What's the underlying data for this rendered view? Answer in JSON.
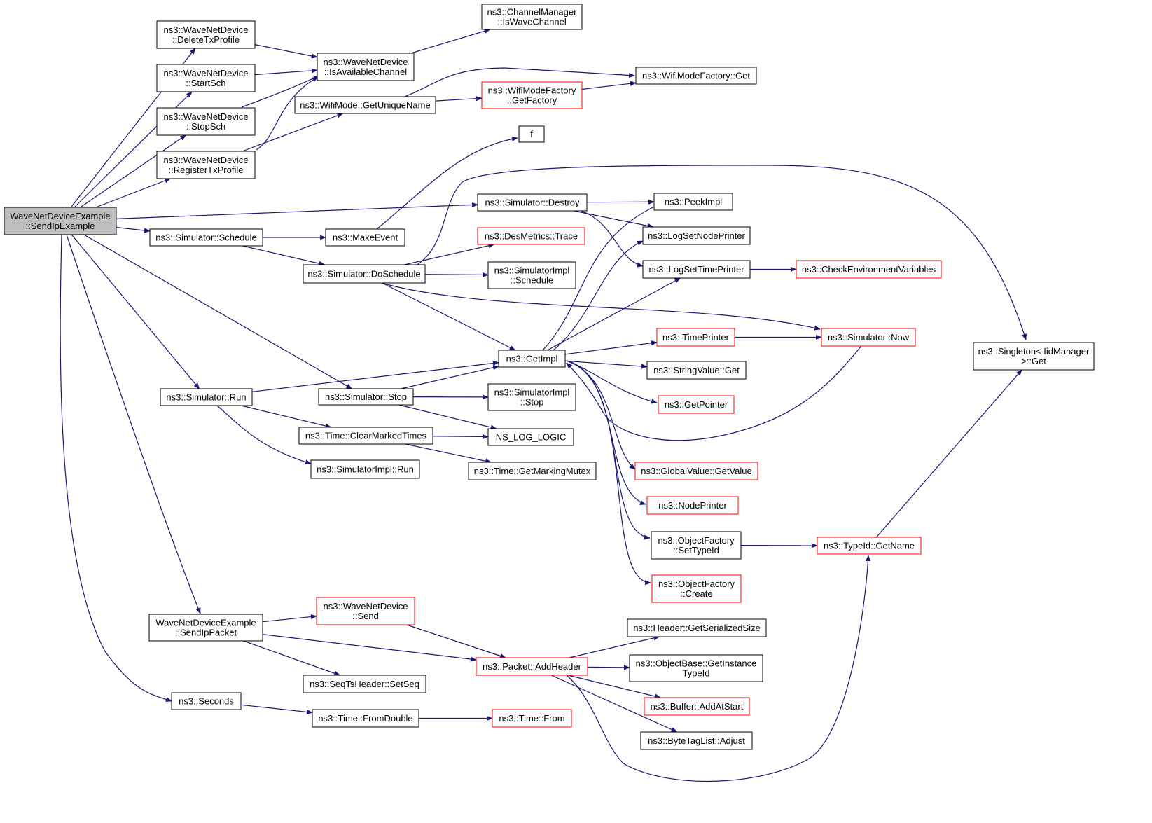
{
  "diagram": {
    "type": "call-graph",
    "colors": {
      "edge": "#191970",
      "node_border": "#000000",
      "node_border_truncated": "#ff0000",
      "root_fill": "#bfbfbf",
      "node_fill": "#ffffff"
    },
    "nodes": [
      {
        "id": "root",
        "label": "WaveNetDeviceExample\n::SendIpExample",
        "root": true
      },
      {
        "id": "deleteTx",
        "label": "ns3::WaveNetDevice\n::DeleteTxProfile"
      },
      {
        "id": "startSch",
        "label": "ns3::WaveNetDevice\n::StartSch"
      },
      {
        "id": "stopSch",
        "label": "ns3::WaveNetDevice\n::StopSch"
      },
      {
        "id": "regTx",
        "label": "ns3::WaveNetDevice\n::RegisterTxProfile"
      },
      {
        "id": "isAvail",
        "label": "ns3::WaveNetDevice\n::IsAvailableChannel"
      },
      {
        "id": "chanMgr",
        "label": "ns3::ChannelManager\n::IsWaveChannel"
      },
      {
        "id": "wmGetName",
        "label": "ns3::WifiMode::GetUniqueName"
      },
      {
        "id": "wmfGet",
        "label": "ns3::WifiModeFactory::Get"
      },
      {
        "id": "wmfFactory",
        "label": "ns3::WifiModeFactory\n::GetFactory",
        "truncated": true
      },
      {
        "id": "f",
        "label": "f"
      },
      {
        "id": "simDestroy",
        "label": "ns3::Simulator::Destroy"
      },
      {
        "id": "peekImpl",
        "label": "ns3::PeekImpl"
      },
      {
        "id": "simSchedule",
        "label": "ns3::Simulator::Schedule"
      },
      {
        "id": "makeEvent",
        "label": "ns3::MakeEvent"
      },
      {
        "id": "logNode",
        "label": "ns3::LogSetNodePrinter"
      },
      {
        "id": "desTrace",
        "label": "ns3::DesMetrics::Trace",
        "truncated": true
      },
      {
        "id": "doSchedule",
        "label": "ns3::Simulator::DoSchedule"
      },
      {
        "id": "implSchedule",
        "label": "ns3::SimulatorImpl\n::Schedule"
      },
      {
        "id": "logTime",
        "label": "ns3::LogSetTimePrinter"
      },
      {
        "id": "checkEnv",
        "label": "ns3::CheckEnvironmentVariables",
        "truncated": true
      },
      {
        "id": "timePrinter",
        "label": "ns3::TimePrinter",
        "truncated": true
      },
      {
        "id": "simNow",
        "label": "ns3::Simulator::Now",
        "truncated": true
      },
      {
        "id": "singleton",
        "label": "ns3::Singleton< IidManager\n>::Get"
      },
      {
        "id": "getImpl",
        "label": "ns3::GetImpl"
      },
      {
        "id": "strGet",
        "label": "ns3::StringValue::Get"
      },
      {
        "id": "simRun",
        "label": "ns3::Simulator::Run"
      },
      {
        "id": "simStop",
        "label": "ns3::Simulator::Stop"
      },
      {
        "id": "implStop",
        "label": "ns3::SimulatorImpl\n::Stop"
      },
      {
        "id": "getPointer",
        "label": "ns3::GetPointer",
        "truncated": true
      },
      {
        "id": "clearMarked",
        "label": "ns3::Time::ClearMarkedTimes"
      },
      {
        "id": "nsLog",
        "label": "NS_LOG_LOGIC"
      },
      {
        "id": "implRun",
        "label": "ns3::SimulatorImpl::Run"
      },
      {
        "id": "markMutex",
        "label": "ns3::Time::GetMarkingMutex"
      },
      {
        "id": "gvGet",
        "label": "ns3::GlobalValue::GetValue",
        "truncated": true
      },
      {
        "id": "nodePrinter",
        "label": "ns3::NodePrinter",
        "truncated": true
      },
      {
        "id": "ofSetType",
        "label": "ns3::ObjectFactory\n::SetTypeId"
      },
      {
        "id": "typeGetName",
        "label": "ns3::TypeId::GetName",
        "truncated": true
      },
      {
        "id": "ofCreate",
        "label": "ns3::ObjectFactory\n::Create",
        "truncated": true
      },
      {
        "id": "sendIpPacket",
        "label": "WaveNetDeviceExample\n::SendIpPacket"
      },
      {
        "id": "wndSend",
        "label": "ns3::WaveNetDevice\n::Send",
        "truncated": true
      },
      {
        "id": "hdrSize",
        "label": "ns3::Header::GetSerializedSize"
      },
      {
        "id": "addHeader",
        "label": "ns3::Packet::AddHeader",
        "truncated": true
      },
      {
        "id": "obGetInst",
        "label": "ns3::ObjectBase::GetInstance\nTypeId"
      },
      {
        "id": "setSeq",
        "label": "ns3::SeqTsHeader::SetSeq"
      },
      {
        "id": "bufAdd",
        "label": "ns3::Buffer::AddAtStart",
        "truncated": true
      },
      {
        "id": "seconds",
        "label": "ns3::Seconds"
      },
      {
        "id": "fromDouble",
        "label": "ns3::Time::FromDouble"
      },
      {
        "id": "timeFrom",
        "label": "ns3::Time::From",
        "truncated": true
      },
      {
        "id": "btlAdjust",
        "label": "ns3::ByteTagList::Adjust"
      }
    ],
    "edges": [
      [
        "root",
        "deleteTx"
      ],
      [
        "root",
        "startSch"
      ],
      [
        "root",
        "stopSch"
      ],
      [
        "root",
        "regTx"
      ],
      [
        "root",
        "simDestroy"
      ],
      [
        "root",
        "simSchedule"
      ],
      [
        "root",
        "simRun"
      ],
      [
        "root",
        "simStop"
      ],
      [
        "root",
        "sendIpPacket"
      ],
      [
        "root",
        "seconds"
      ],
      [
        "deleteTx",
        "isAvail"
      ],
      [
        "startSch",
        "isAvail"
      ],
      [
        "stopSch",
        "isAvail"
      ],
      [
        "regTx",
        "isAvail"
      ],
      [
        "regTx",
        "wmGetName"
      ],
      [
        "isAvail",
        "chanMgr"
      ],
      [
        "wmGetName",
        "wmfGet"
      ],
      [
        "wmGetName",
        "wmfFactory"
      ],
      [
        "wmfFactory",
        "wmfGet"
      ],
      [
        "simDestroy",
        "peekImpl"
      ],
      [
        "simDestroy",
        "logNode"
      ],
      [
        "simDestroy",
        "logTime"
      ],
      [
        "simSchedule",
        "makeEvent"
      ],
      [
        "simSchedule",
        "doSchedule"
      ],
      [
        "makeEvent",
        "f"
      ],
      [
        "doSchedule",
        "desTrace"
      ],
      [
        "doSchedule",
        "implSchedule"
      ],
      [
        "doSchedule",
        "simNow"
      ],
      [
        "doSchedule",
        "getImpl"
      ],
      [
        "doSchedule",
        "singleton"
      ],
      [
        "logTime",
        "checkEnv"
      ],
      [
        "timePrinter",
        "simNow"
      ],
      [
        "getImpl",
        "peekImpl"
      ],
      [
        "getImpl",
        "logNode"
      ],
      [
        "getImpl",
        "logTime"
      ],
      [
        "getImpl",
        "timePrinter"
      ],
      [
        "getImpl",
        "strGet"
      ],
      [
        "getImpl",
        "getPointer"
      ],
      [
        "getImpl",
        "gvGet"
      ],
      [
        "getImpl",
        "nodePrinter"
      ],
      [
        "getImpl",
        "ofSetType"
      ],
      [
        "getImpl",
        "ofCreate"
      ],
      [
        "simNow",
        "getImpl"
      ],
      [
        "ofSetType",
        "typeGetName"
      ],
      [
        "typeGetName",
        "singleton"
      ],
      [
        "simRun",
        "getImpl"
      ],
      [
        "simRun",
        "clearMarked"
      ],
      [
        "simRun",
        "implRun"
      ],
      [
        "simStop",
        "getImpl"
      ],
      [
        "simStop",
        "implStop"
      ],
      [
        "simStop",
        "nsLog"
      ],
      [
        "clearMarked",
        "nsLog"
      ],
      [
        "clearMarked",
        "markMutex"
      ],
      [
        "sendIpPacket",
        "wndSend"
      ],
      [
        "sendIpPacket",
        "addHeader"
      ],
      [
        "sendIpPacket",
        "setSeq"
      ],
      [
        "wndSend",
        "addHeader"
      ],
      [
        "addHeader",
        "hdrSize"
      ],
      [
        "addHeader",
        "obGetInst"
      ],
      [
        "addHeader",
        "bufAdd"
      ],
      [
        "addHeader",
        "btlAdjust"
      ],
      [
        "addHeader",
        "typeGetName"
      ],
      [
        "seconds",
        "fromDouble"
      ],
      [
        "fromDouble",
        "timeFrom"
      ]
    ]
  }
}
